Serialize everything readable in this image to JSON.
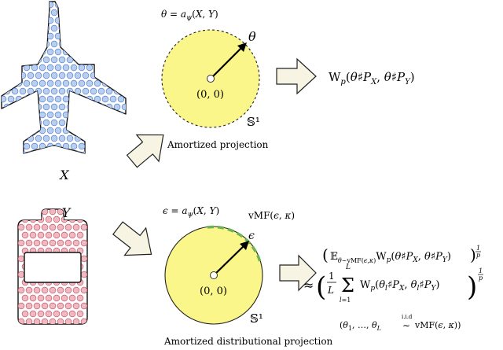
{
  "colors": {
    "plane_dot": "#b8cff0",
    "plane_dot_stroke": "#5a82c8",
    "phone_dot": "#f0b8c0",
    "phone_dot_stroke": "#c85a6a",
    "disc_fill": "#faf68a",
    "arc_green": "#6db356",
    "arrow_fill": "#f7f4e4"
  },
  "icons": {
    "airplane": "airplane-icon",
    "phone": "mobile-phone-icon",
    "arrow": "block-arrow-icon"
  },
  "labels": {
    "x": "X",
    "y": "Y",
    "top_eq": "θ = aψ(X, Y)",
    "theta": "θ",
    "origin_top": "(0, 0)",
    "sphere_top": "𝕊¹",
    "amortized_projection": "Amortized projection",
    "wp_top": "Wp(θ♯PX, θ♯PY)",
    "bottom_eq": "ϵ = aψ(X, Y)",
    "vmf": "vMF(ϵ, κ)",
    "epsilon": "ϵ",
    "origin_bottom": "(0, 0)",
    "sphere_bottom": "𝕊¹",
    "amortized_distributional": "Amortized distributional projection",
    "expect_line": "(𝔼θ∼vMF(ϵ,κ) Wp(θ♯PX, θ♯PY))^(1/p)",
    "approx_line": "≈ ( 1/L Σl=1..L Wp(θl♯PX, θl♯PY) )^(1/p)",
    "sample_line": "(θ1, …, θL ~i.i.d vMF(ϵ, κ))"
  }
}
